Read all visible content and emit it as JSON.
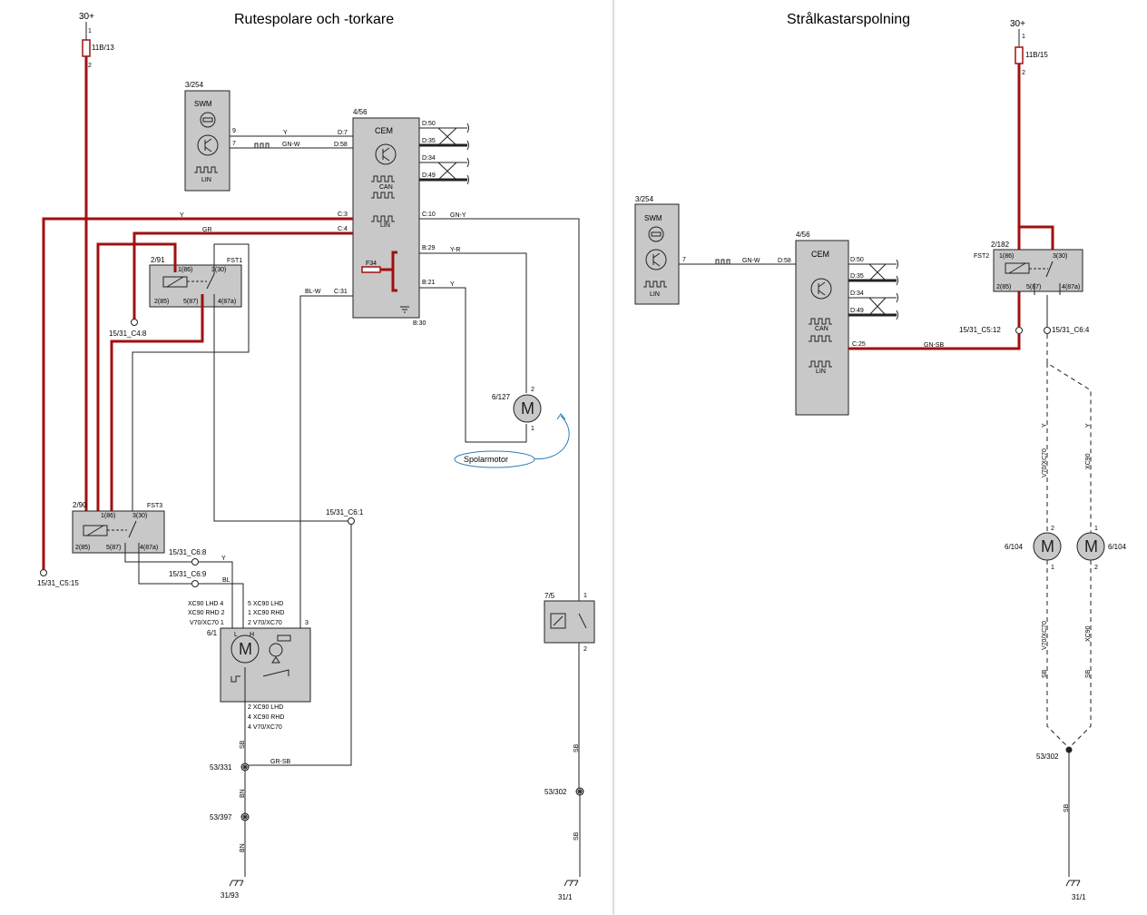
{
  "titles": {
    "left": "Rutespolare och -torkare",
    "right": "Strålkastarspolning"
  },
  "colors": {
    "power_wire": "#a01010",
    "wire": "#222222",
    "component_fill": "#c8c8c8",
    "callout": "#2a7fb8"
  },
  "left": {
    "supply": "30+",
    "fuse": {
      "ref": "11B/13",
      "pin1": "1",
      "pin2": "2"
    },
    "swm": {
      "ref": "3/254",
      "name": "SWM",
      "lin": "LIN",
      "pin9": "9",
      "pin7": "7"
    },
    "cem": {
      "ref": "4/56",
      "name": "CEM",
      "can": "CAN",
      "lin": "LIN",
      "fuse": "F34",
      "pins": {
        "d7": "D:7",
        "d58": "D:58",
        "d50": "D:50",
        "d35": "D:35",
        "d34": "D:34",
        "d49": "D:49",
        "c3": "C:3",
        "c4": "C:4",
        "c10": "C:10",
        "c31": "C:31",
        "b29": "B:29",
        "b21": "B:21",
        "b30": "B:30"
      }
    },
    "wires": {
      "y": "Y",
      "gnw": "GN-W",
      "gr": "GR",
      "gny": "GN-Y",
      "yr": "Y-R",
      "blw": "BL-W",
      "bl": "BL",
      "sb": "SB",
      "grsb": "GR-SB",
      "bn": "BN"
    },
    "relay1": {
      "ref": "2/91",
      "fst": "FST1",
      "p1": "1(86)",
      "p2": "2(85)",
      "p3": "3(30)",
      "p4": "4(87a)",
      "p5": "5(87)"
    },
    "relay2": {
      "ref": "2/90",
      "fst": "FST3",
      "p1": "1(86)",
      "p2": "2(85)",
      "p3": "3(30)",
      "p4": "4(87a)",
      "p5": "5(87)"
    },
    "connectors": {
      "c48": "15/31_C4:8",
      "c515": "15/31_C5:15",
      "c68": "15/31_C6:8",
      "c69": "15/31_C6:9",
      "c61": "15/31_C6:1"
    },
    "washer_motor": {
      "ref": "6/127",
      "p2": "2",
      "p1": "1",
      "callout": "Spolarmotor"
    },
    "wiper_motor": {
      "ref": "6/1",
      "pin3": "3",
      "lh": "L",
      "hh": "H",
      "variants_left": [
        "XC90 LHD 4",
        "XC90 RHD 2",
        "V70/XC70 1"
      ],
      "variants_mid": [
        "5 XC90 LHD",
        "1 XC90 RHD",
        "2 V70/XC70"
      ],
      "variants_bottom": [
        "2 XC90 LHD",
        "4 XC90 RHD",
        "4 V70/XC70"
      ]
    },
    "switch": {
      "ref": "7/5",
      "p1": "1",
      "p2": "2"
    },
    "grounds": {
      "g331": "53/331",
      "g397": "53/397",
      "g302": "53/302",
      "e93": "31/93",
      "e1": "31/1"
    }
  },
  "right": {
    "supply": "30+",
    "fuse": {
      "ref": "11B/15",
      "pin1": "1",
      "pin2": "2"
    },
    "swm": {
      "ref": "3/254",
      "name": "SWM",
      "lin": "LIN",
      "pin7": "7"
    },
    "cem": {
      "ref": "4/56",
      "name": "CEM",
      "can": "CAN",
      "lin": "LIN",
      "pins": {
        "d58": "D:58",
        "d50": "D:50",
        "d35": "D:35",
        "d34": "D:34",
        "d49": "D:49",
        "c25": "C:25"
      }
    },
    "wires": {
      "gnw": "GN-W",
      "gnsb": "GN-SB",
      "y": "Y",
      "sb": "SB"
    },
    "relay": {
      "ref": "2/182",
      "fst": "FST2",
      "p1": "1(86)",
      "p2": "2(85)",
      "p3": "3(30)",
      "p4": "4(87a)",
      "p5": "5(87)"
    },
    "connectors": {
      "c512": "15/31_C5:12",
      "c64": "15/31_C6:4"
    },
    "variants": {
      "v70": "V70/XC70",
      "xc90": "XC90"
    },
    "motors": {
      "ref": "6/104",
      "p1": "1",
      "p2": "2"
    },
    "ground": {
      "g302": "53/302",
      "e1": "31/1"
    }
  }
}
